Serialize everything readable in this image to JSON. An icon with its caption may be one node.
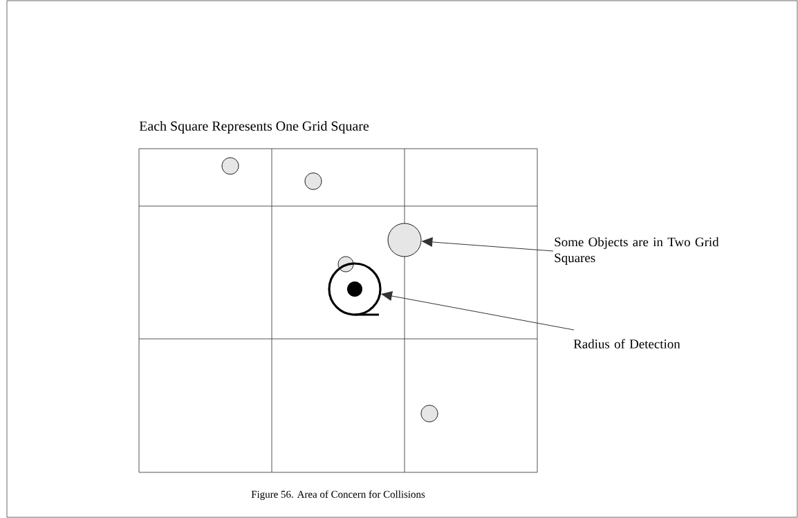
{
  "diagram": {
    "title": "Each Square Represents One Grid Square",
    "caption": "Figure 56. Area of Concern for Collisions",
    "nodes": [
      {
        "text": [],
        "shape": "circle"
      },
      {
        "text": [],
        "shape": "circle"
      },
      {
        "text": [],
        "shape": "circle"
      },
      {
        "text": [
          "Some Objects are in Two Grid Squares"
        ]
      },
      {
        "text": [],
        "shape": "circle"
      },
      {
        "text": [],
        "shape": "circle"
      },
      {
        "text": [
          "Radius of Detection"
        ]
      },
      {
        "text": [],
        "shape": "circle"
      }
    ],
    "edges": [
      {
        "from": 3,
        "to": 2,
        "arrow": "to"
      },
      {
        "from": 6,
        "to": 5,
        "arrow": "to"
      }
    ]
  }
}
